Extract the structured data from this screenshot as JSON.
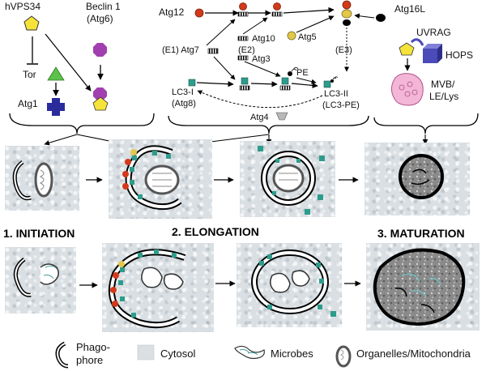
{
  "top": {
    "hvps34": "hVPS34",
    "beclin_line1": "Beclin 1",
    "beclin_line2": "(Atg6)",
    "tor": "Tor",
    "atg1": "Atg1",
    "atg12": "Atg12",
    "atg16l": "Atg16L",
    "atg10": "Atg10",
    "atg5": "Atg5",
    "e1_atg7": "(E1) Atg7",
    "e2": "(E2)",
    "atg3": "Atg3",
    "e3": "(E3)",
    "pe": "PE",
    "lc3i_line1": "LC3-I",
    "lc3i_line2": "(Atg8)",
    "lc3ii_line1": "LC3-II",
    "lc3ii_line2": "(LC3-PE)",
    "atg4": "Atg4",
    "uvrag": "UVRAG",
    "hops": "HOPS",
    "mvb_line1": "MVB/",
    "mvb_line2": "LE/Lys"
  },
  "stages": {
    "initiation": "1. INITIATION",
    "elongation": "2. ELONGATION",
    "maturation": "3. MATURATION"
  },
  "legend": {
    "phagophore_line1": "Phago-",
    "phagophore_line2": "phore",
    "cytosol": "Cytosol",
    "microbes": "Microbes",
    "organelles": "Organelles/Mitochondria"
  },
  "colors": {
    "tor_green": "#5cc24a",
    "atg1_blue": "#2b2b9c",
    "beclin_purple": "#a13fb0",
    "pentagon_yellow": "#f5e33a",
    "hops_blue": "#4a4ab8",
    "lc3_teal": "#2e9c8c",
    "atg12_red": "#d23a1a",
    "atg5_yellow": "#e2c84a",
    "mvb_pink": "#f3b6d6"
  }
}
